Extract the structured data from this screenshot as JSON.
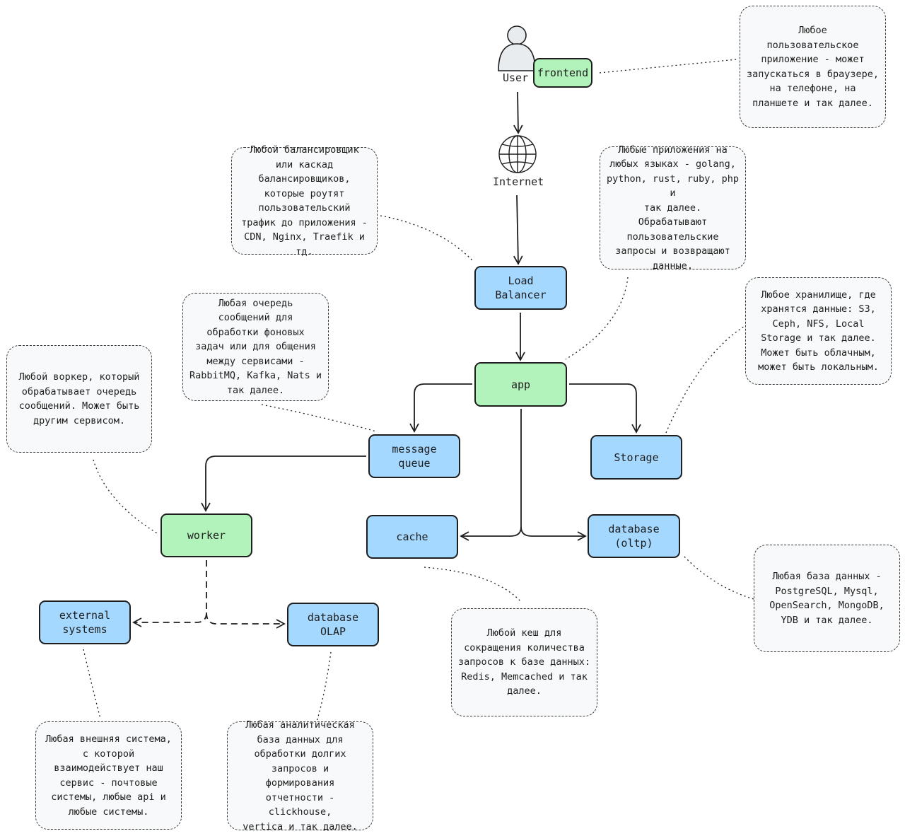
{
  "nodes": {
    "user": "User",
    "frontend": "frontend",
    "internet": "Internet",
    "load_balancer": "Load Balancer",
    "app": "app",
    "message_queue": "message queue",
    "storage": "Storage",
    "worker": "worker",
    "cache": "cache",
    "database_oltp": "database\n(oltp)",
    "external_systems": "external\nsystems",
    "database_olap": "database\nOLAP"
  },
  "notes": {
    "frontend": "Любое\nпользовательское\nприложение - может\nзапускаться в браузере,\nна телефоне, на\nпланшете и так далее.",
    "load_balancer": "Любой балансировщик\nили каскад\nбалансировщиков,\nкоторые роутят\nпользовательский\nтрафик до приложения -\nCDN, Nginx, Traefik и тд.",
    "app": "Любые приложения на\nлюбых языках - golang,\npython, rust, ruby, php и\nтак далее.\nОбрабатывают\nпользовательские\nзапросы и возвращают\nданные.",
    "storage": "Любое хранилище, где\nхранятся данные: S3,\nCeph, NFS, Local\nStorage и так далее.\nМожет быть облачным,\nможет быть локальным.",
    "message_queue": "Любая очередь\nсообщений для\nобработки фоновых\nзадач или для общения\nмежду сервисами -\nRabbitMQ, Kafka, Nats и\nтак далее.",
    "worker": "Любой воркер, который\nобрабатывает очередь\nсообщений. Может быть\nдругим сервисом.",
    "database_oltp": "Любая база данных -\nPostgreSQL, Mysql,\nOpenSearch, MongoDB,\nYDB и так далее.",
    "cache": "Любой кеш для\nсокращения количества\nзапросов к базе данных:\nRedis, Memcached и так\nдалее.",
    "external_systems": "Любая внешняя система,\nс которой\nвзаимодействует наш\nсервис - почтовые\nсистемы, любые api и\nлюбые системы.",
    "database_olap": "Любая аналитическая\nбаза данных для\nобработки долгих\nзапросов и\nформирования\nотчетности - clickhouse,\nvertica и так далее."
  },
  "colors": {
    "blue_node": "#a5d8ff",
    "green_node": "#b2f2bb",
    "note_fill": "#f8f9fa",
    "stroke": "#1e1e1e"
  },
  "icons": [
    "user-icon",
    "globe-icon"
  ]
}
